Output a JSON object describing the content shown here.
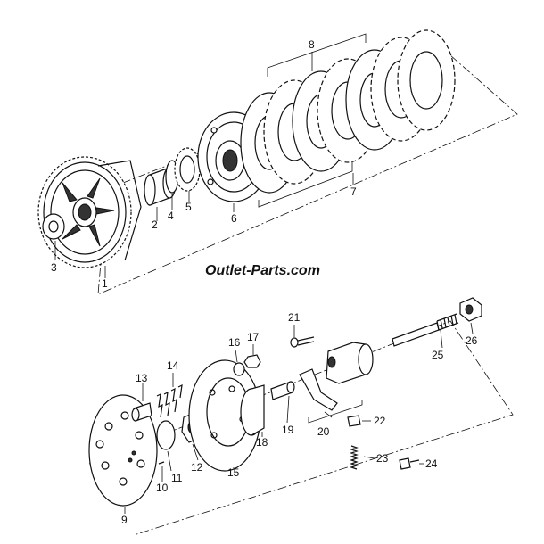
{
  "watermark": "Outlet-Parts.com",
  "parts": [
    {
      "id": "p1",
      "label": "1"
    },
    {
      "id": "p2",
      "label": "2"
    },
    {
      "id": "p3",
      "label": "3"
    },
    {
      "id": "p4",
      "label": "4"
    },
    {
      "id": "p5",
      "label": "5"
    },
    {
      "id": "p6",
      "label": "6"
    },
    {
      "id": "p7",
      "label": "7"
    },
    {
      "id": "p8",
      "label": "8"
    },
    {
      "id": "p9",
      "label": "9"
    },
    {
      "id": "p10",
      "label": "10"
    },
    {
      "id": "p11",
      "label": "11"
    },
    {
      "id": "p12",
      "label": "12"
    },
    {
      "id": "p13",
      "label": "13"
    },
    {
      "id": "p14",
      "label": "14"
    },
    {
      "id": "p15",
      "label": "15"
    },
    {
      "id": "p16",
      "label": "16"
    },
    {
      "id": "p17",
      "label": "17"
    },
    {
      "id": "p18",
      "label": "18"
    },
    {
      "id": "p19",
      "label": "19"
    },
    {
      "id": "p20",
      "label": "20"
    },
    {
      "id": "p21",
      "label": "21"
    },
    {
      "id": "p22",
      "label": "22"
    },
    {
      "id": "p23",
      "label": "23"
    },
    {
      "id": "p24",
      "label": "24"
    },
    {
      "id": "p25",
      "label": "25"
    },
    {
      "id": "p26",
      "label": "26"
    }
  ]
}
